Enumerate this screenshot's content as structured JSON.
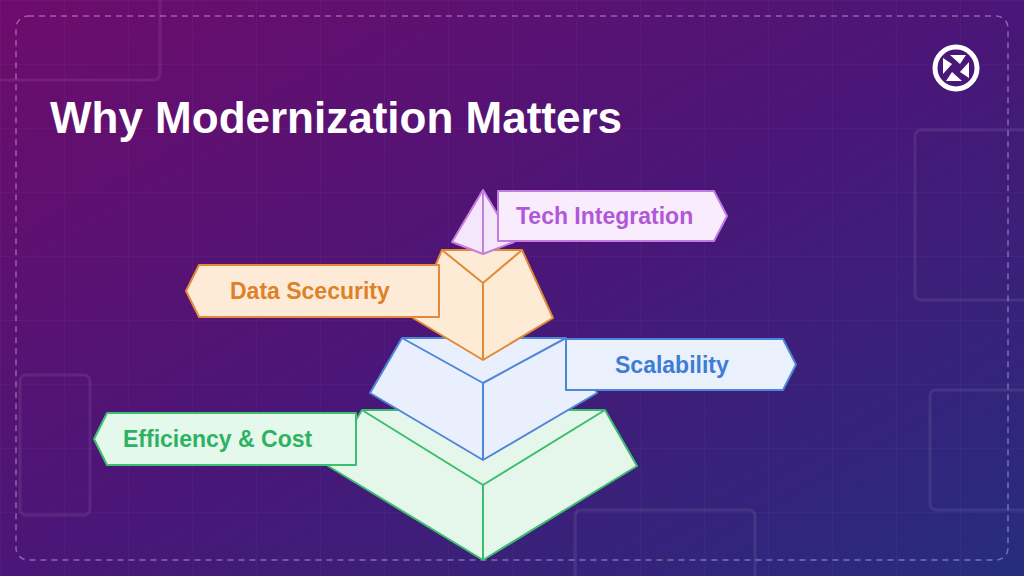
{
  "diagram": {
    "title": "Why Modernization Matters",
    "nodes": [
      {
        "text": [
          "Tech Integration"
        ]
      },
      {
        "text": [
          "Data Scecurity"
        ]
      },
      {
        "text": [
          "Scalability"
        ]
      },
      {
        "text": [
          "Efficiency & Cost"
        ]
      }
    ]
  }
}
